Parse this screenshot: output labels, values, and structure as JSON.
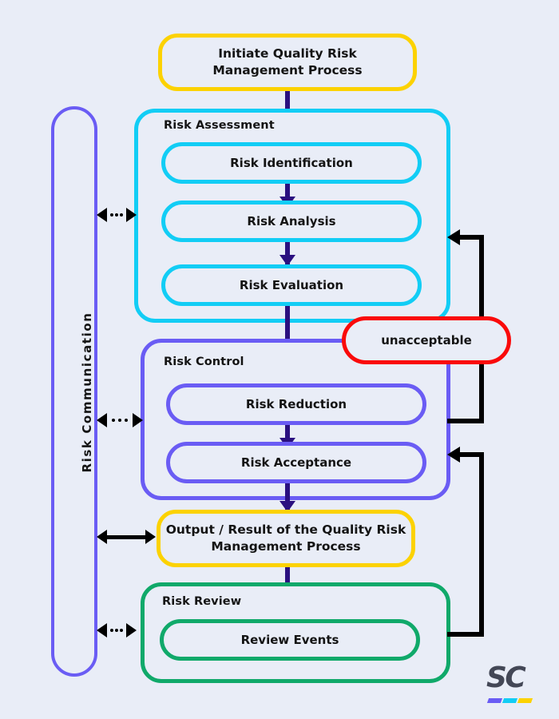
{
  "diagram": {
    "title": "Quality Risk Management Process",
    "background_color": "#e9edf7"
  },
  "colors": {
    "yellow": "#fcd200",
    "cyan": "#12cdf5",
    "purple": "#6a5cf4",
    "green": "#10a96a",
    "red": "#fa0a0a",
    "arrow_navy": "#2a1080",
    "connector_black": "#000000",
    "text": "#141414"
  },
  "nodes": {
    "initiate": {
      "label": "Initiate Quality Risk\nManagement Process",
      "line1": "Initiate Quality Risk",
      "line2": "Management Process",
      "color": "yellow"
    },
    "risk_assessment_group": {
      "label": "Risk Assessment",
      "color": "cyan"
    },
    "risk_identification": {
      "label": "Risk Identification",
      "color": "cyan"
    },
    "risk_analysis": {
      "label": "Risk Analysis",
      "color": "cyan"
    },
    "risk_evaluation": {
      "label": "Risk Evaluation",
      "color": "cyan"
    },
    "unacceptable": {
      "label": "unacceptable",
      "color": "red"
    },
    "risk_control_group": {
      "label": "Risk Control",
      "color": "purple"
    },
    "risk_reduction": {
      "label": "Risk Reduction",
      "color": "purple"
    },
    "risk_acceptance": {
      "label": "Risk Acceptance",
      "color": "purple"
    },
    "output": {
      "label": "Output / Result of the Quality Risk\nManagement Process",
      "line1": "Output / Result of the Quality Risk",
      "line2": "Management Process",
      "color": "yellow"
    },
    "risk_review_group": {
      "label": "Risk Review",
      "color": "green"
    },
    "review_events": {
      "label": "Review Events",
      "color": "green"
    },
    "risk_communication": {
      "label": "Risk Communication",
      "color": "purple"
    }
  },
  "logo": {
    "text": "SC",
    "stripe_colors": [
      "#6a5cf4",
      "#12cdf5",
      "#fcd200"
    ]
  }
}
